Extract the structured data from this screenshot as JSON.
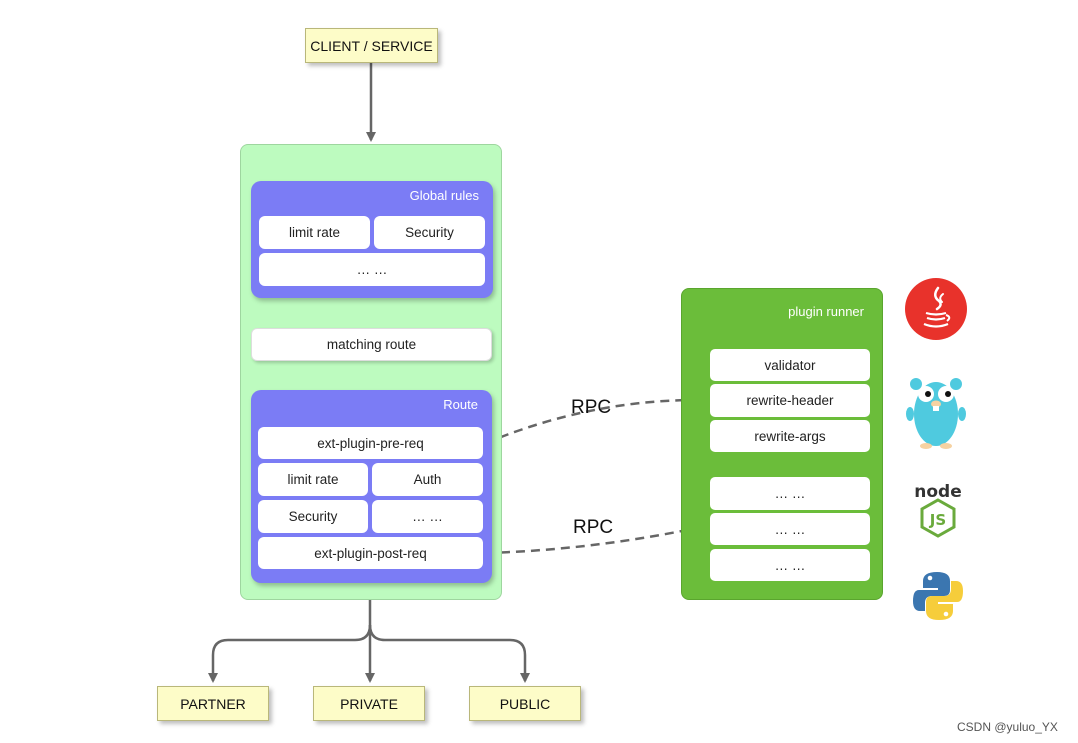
{
  "client": "CLIENT / SERVICE",
  "global_rules": {
    "title": "Global rules",
    "cells": [
      "limit rate",
      "Security",
      "… …"
    ]
  },
  "matching_route": "matching route",
  "route": {
    "title": "Route",
    "pre_req": "ext-plugin-pre-req",
    "cells": [
      "limit rate",
      "Auth",
      "Security",
      "… …"
    ],
    "post_req": "ext-plugin-post-req"
  },
  "rpc": [
    "RPC",
    "RPC"
  ],
  "plugin_runner": {
    "title": "plugin runner",
    "group1": [
      "validator",
      "rewrite-header",
      "rewrite-args"
    ],
    "group2": [
      "… …",
      "… …",
      "… …"
    ]
  },
  "destinations": [
    "PARTNER",
    "PRIVATE",
    "PUBLIC"
  ],
  "language_icons": [
    "java-icon",
    "go-gopher-icon",
    "nodejs-icon",
    "python-icon"
  ],
  "watermark": "CSDN @yuluo_YX",
  "colors": {
    "gateway_bg": "#bdfbbf",
    "panel": "#7b7cf5",
    "runner": "#6bbd3a",
    "yellow_box": "#fdfcc8",
    "arrow": "#6b6b6b"
  }
}
